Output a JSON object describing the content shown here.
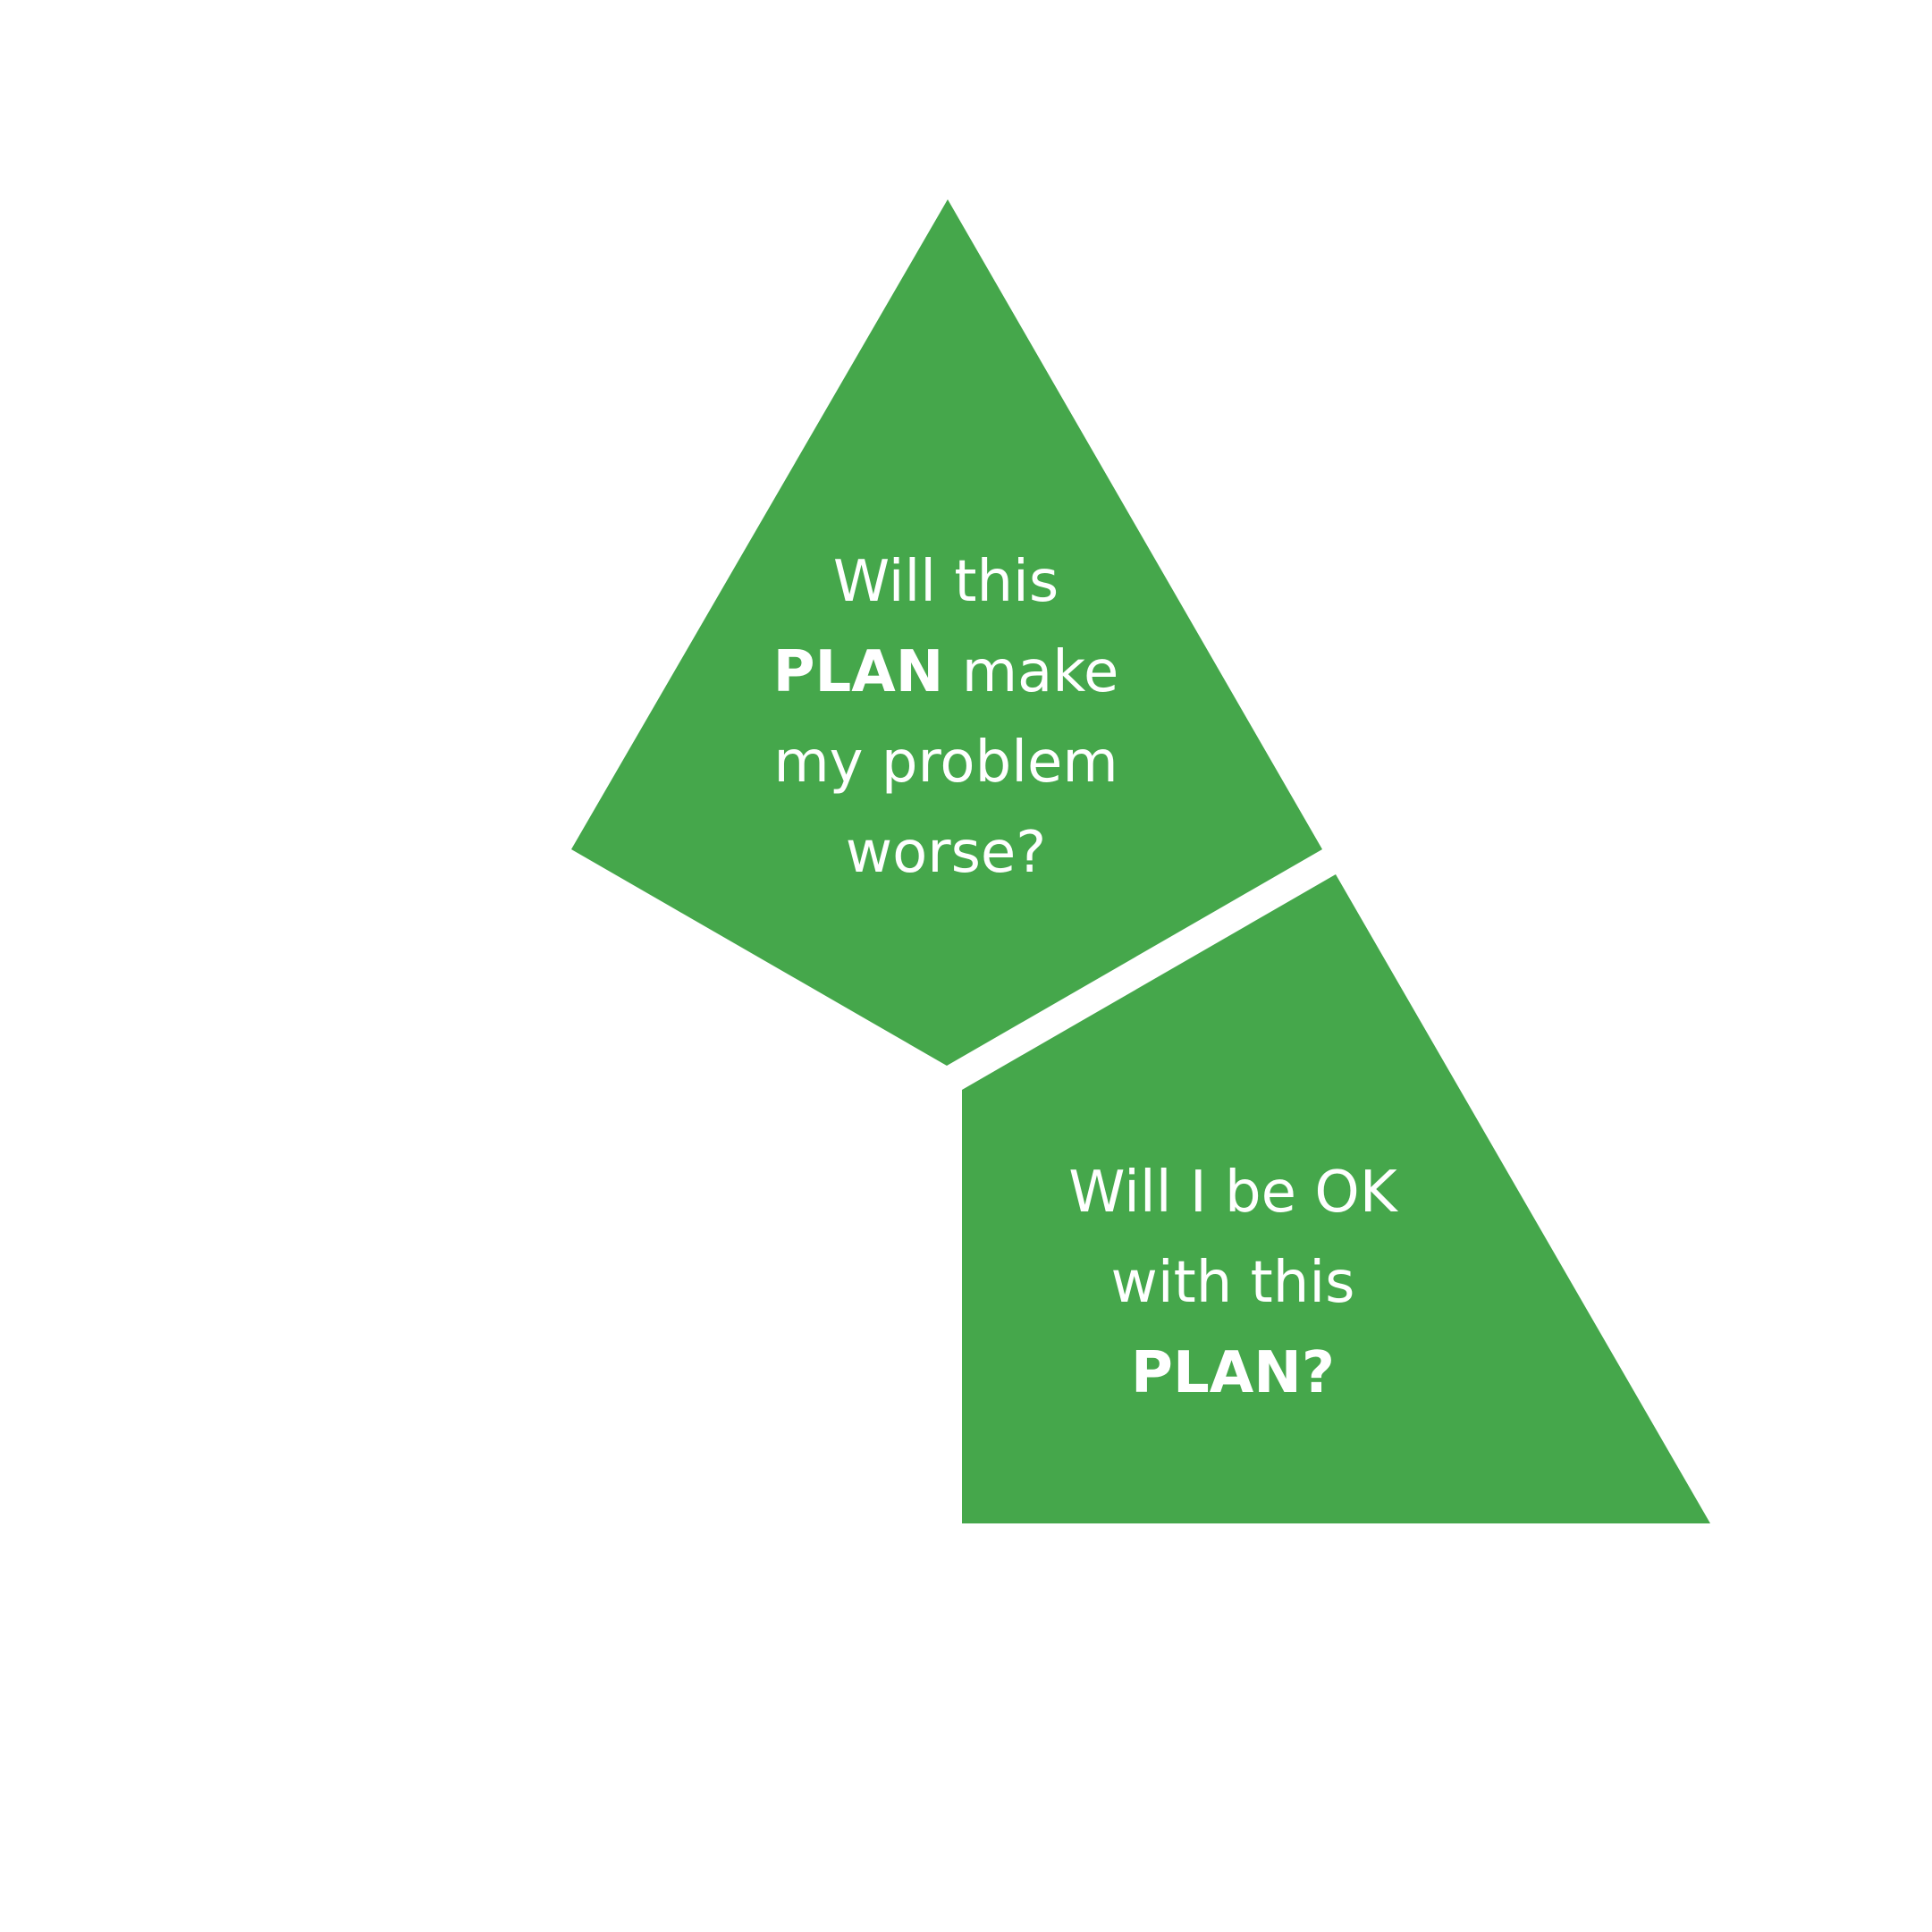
{
  "colors": {
    "background": "#ffffff",
    "segment_fill": "#45A74B",
    "text": "#ffffff"
  },
  "segments": [
    {
      "id": "top",
      "lines": [
        [
          {
            "text": "Will this",
            "bold": false
          }
        ],
        [
          {
            "text": "PLAN",
            "bold": true
          },
          {
            "text": " make",
            "bold": false
          }
        ],
        [
          {
            "text": "my problem",
            "bold": false
          }
        ],
        [
          {
            "text": "worse?",
            "bold": false
          }
        ]
      ]
    },
    {
      "id": "bottom-right",
      "lines": [
        [
          {
            "text": "Will I be OK",
            "bold": false
          }
        ],
        [
          {
            "text": "with this",
            "bold": false
          }
        ],
        [
          {
            "text": "PLAN?",
            "bold": true
          }
        ]
      ]
    }
  ]
}
